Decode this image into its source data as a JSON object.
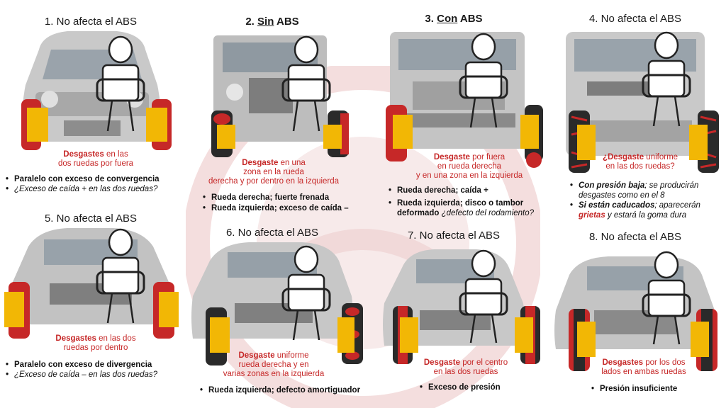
{
  "panels": [
    {
      "title": "1. No afecta el ABS",
      "caption": {
        "head": "Desgastes",
        "rest1": " en las",
        "line2": "dos ruedas por fuera"
      },
      "notes": [
        {
          "text": "Paralelo con exceso de convergencia",
          "style": "strong"
        },
        {
          "text": "¿Exceso de caída + en las dos ruedas?",
          "style": "it"
        }
      ]
    },
    {
      "title_num": "2. ",
      "title_u": "Sin",
      "title_rest": " ABS",
      "caption": {
        "head": "Desgaste",
        "rest1": " en una",
        "line2": "zona  en la rueda",
        "line3": "derecha y por dentro en la izquierda"
      },
      "notes": [
        {
          "text": "Rueda derecha; fuerte frenada",
          "style": "strong"
        },
        {
          "text": "Rueda izquierda; exceso de caída –",
          "style": "strong"
        }
      ]
    },
    {
      "title_num": "3. ",
      "title_u": "Con",
      "title_rest": " ABS",
      "caption": {
        "head": "Desgaste",
        "rest1": " por fuera",
        "line2": "en  rueda derecha",
        "line3": "y en una zona  en la izquierda"
      },
      "notes": [
        {
          "text": "Rueda derecha; caída +",
          "style": "strong"
        },
        {
          "strong": "Rueda izquierda;  disco  o  tambor",
          "strong2": "deformado",
          "italic": " ¿defecto del rodamiento?"
        }
      ]
    },
    {
      "title": "4. No afecta el ABS",
      "caption": {
        "head": "¿Desgaste",
        "rest1": " uniforme",
        "line2": "en las dos ruedas?"
      },
      "notes": [
        {
          "bi": "Con presión baja",
          "rest": ";  se producirán",
          "line2": "desgastes como en el 8"
        },
        {
          "bi": "Si están caducados",
          "rest": ";  aparecerán",
          "red": "grietas",
          "rest2": "  y estará la goma dura"
        }
      ]
    },
    {
      "title": "5. No afecta el ABS",
      "caption": {
        "head": "Desgastes",
        "rest1": " en las dos",
        "line2": "ruedas por dentro"
      },
      "notes": [
        {
          "text": "Paralelo con exceso de divergencia",
          "style": "strong"
        },
        {
          "text": "¿Exceso de caída – en las dos ruedas?",
          "style": "it"
        }
      ]
    },
    {
      "title": "6. No afecta el ABS",
      "caption": {
        "head": "Desgaste",
        "rest1": " uniforme",
        "line2": "rueda derecha y  en",
        "line3": "varias zonas en la izquierda"
      },
      "notes": [
        {
          "text": "Rueda izquierda; defecto amortiguador",
          "style": "strong"
        }
      ]
    },
    {
      "title": "7. No afecta el ABS",
      "caption": {
        "head": "Desgaste",
        "rest1": " por el centro",
        "line2": "en las dos ruedas"
      },
      "notes": [
        {
          "text": "Exceso de presión",
          "style": "strong"
        }
      ]
    },
    {
      "title": "8. No afecta el ABS",
      "caption": {
        "head": "Desgastes",
        "rest1": " por los dos",
        "line2": "lados en ambas ruedas"
      },
      "notes": [
        {
          "text": "Presión insuficiente",
          "style": "strong"
        }
      ]
    }
  ],
  "colors": {
    "accent_red": "#c62828",
    "rim_yellow": "#f2b705",
    "tire_dark": "#2a2a2a",
    "body_gray": "#b8b8b8"
  }
}
